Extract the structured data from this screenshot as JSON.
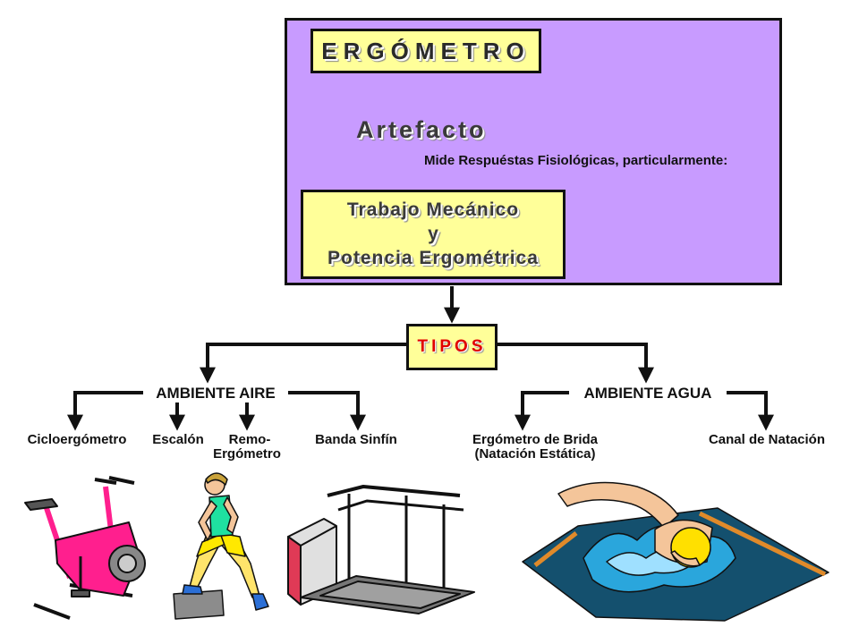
{
  "title": "ERGÓMETRO",
  "artefacto": "Artefacto",
  "mide": "Mide Respuéstas Fisiológicas, particularmente:",
  "trabajo": {
    "line1": "Trabajo Mecánico",
    "line2": "y",
    "line3": "Potencia Ergométrica"
  },
  "tipos": "TIPOS",
  "aire": {
    "heading": "AMBIENTE AIRE",
    "items": [
      "Cicloergómetro",
      "Escalón",
      "Remo-",
      "Ergómetro",
      "Banda Sinfín"
    ]
  },
  "agua": {
    "heading": "AMBIENTE AGUA",
    "items": [
      "Ergómetro de Brida",
      "(Natación Estática)",
      "Canal de Natación"
    ]
  },
  "colors": {
    "panel": "#c89bff",
    "box": "#ffff99",
    "tipos_text": "#e00000",
    "stroke": "#111111",
    "bike": "#ff1f8e",
    "water": "#1e9ad6",
    "cap": "#ffe000"
  },
  "icons": [
    "exercise-bike-icon",
    "step-exercise-icon",
    "treadmill-icon",
    "swimmer-icon"
  ]
}
